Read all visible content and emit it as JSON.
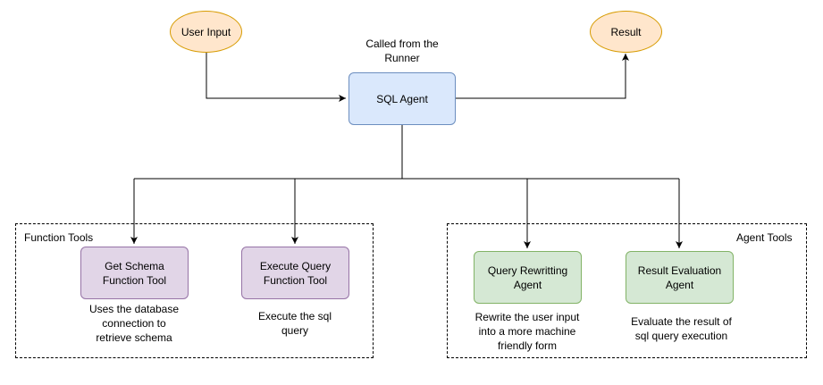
{
  "nodes": {
    "user_input": "User Input",
    "result": "Result",
    "sql_agent": "SQL Agent",
    "sql_agent_caption": "Called from the\nRunner",
    "get_schema": "Get Schema\nFunction Tool",
    "execute_query": "Execute Query\nFunction Tool",
    "query_rewriting": "Query  Rewritting\nAgent",
    "result_evaluation": "Result Evaluation\nAgent"
  },
  "groups": {
    "function_tools": "Function Tools",
    "agent_tools": "Agent Tools"
  },
  "descriptions": {
    "get_schema": "Uses the database\nconnection to\nretrieve schema",
    "execute_query": "Execute the sql\nquery",
    "query_rewriting": "Rewrite the user input\ninto a more machine\nfriendly form",
    "result_evaluation": "Evaluate the result of\nsql query execution"
  },
  "colors": {
    "terminal_fill": "#ffe6cc",
    "terminal_stroke": "#d79b00",
    "agent_fill": "#dae8fc",
    "agent_stroke": "#6c8ebf",
    "function_tool_fill": "#e1d5e7",
    "function_tool_stroke": "#9673a6",
    "agent_tool_fill": "#d5e8d4",
    "agent_tool_stroke": "#82b366"
  }
}
